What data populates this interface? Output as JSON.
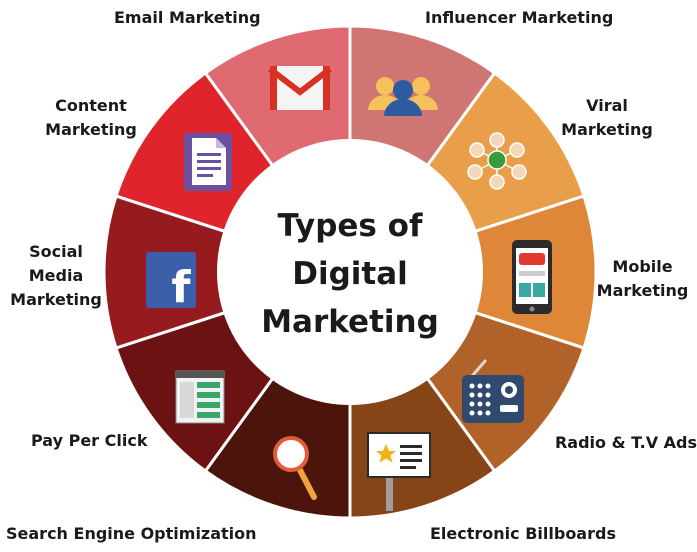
{
  "center_title": [
    "Types of",
    "Digital",
    "Marketing"
  ],
  "segments": [
    {
      "label": "Influencer Marketing",
      "color": "#cf7573",
      "icon": "people-icon"
    },
    {
      "label": "Viral Marketing",
      "color": "#e99f4a",
      "icon": "network-icon"
    },
    {
      "label": "Mobile Marketing",
      "color": "#df8738",
      "icon": "mobile-phone-icon"
    },
    {
      "label": "Radio & T.V Ads",
      "color": "#b06228",
      "icon": "radio-icon"
    },
    {
      "label": "Electronic Billboards",
      "color": "#864516",
      "icon": "billboard-icon"
    },
    {
      "label": "Search Engine Optimization",
      "color": "#4b150c",
      "icon": "magnifier-icon"
    },
    {
      "label": "Pay Per Click",
      "color": "#6c1212",
      "icon": "webpage-icon"
    },
    {
      "label": "Social Media Marketing",
      "color": "#961b1e",
      "icon": "facebook-icon"
    },
    {
      "label": "Content Marketing",
      "color": "#e0242c",
      "icon": "document-icon"
    },
    {
      "label": "Email Marketing",
      "color": "#e06a72",
      "icon": "gmail-icon"
    }
  ],
  "icon_text": {
    "facebook": "f"
  }
}
